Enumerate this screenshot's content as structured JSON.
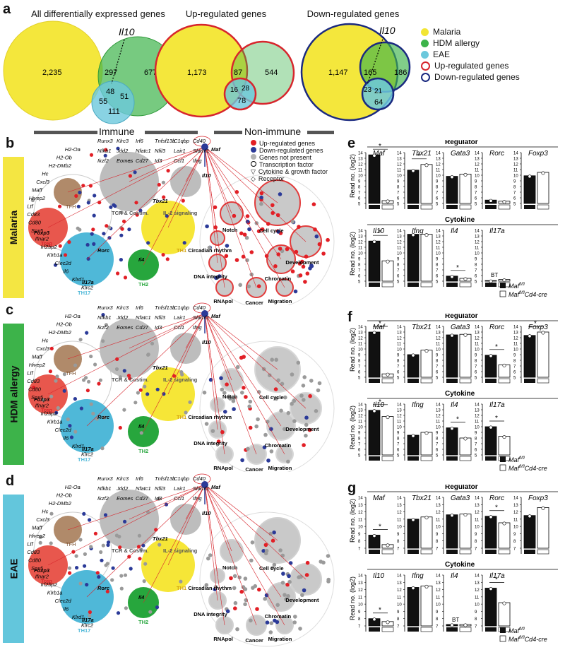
{
  "panel_a": {
    "label": "a",
    "venns": [
      {
        "title": "All differentially expressed genes",
        "il10_label": "Il10",
        "counts": {
          "malaria_only": "2,235",
          "mal_hdm": "297",
          "hdm_only": "677",
          "all_three": "48",
          "mal_eae": "55",
          "hdm_eae": "51",
          "eae_only": "111"
        }
      },
      {
        "title": "Up-regulated genes",
        "counts": {
          "malaria_only": "1,173",
          "mal_hdm": "87",
          "hdm_only": "544",
          "all_three": "28",
          "mal_eae": "16",
          "hdm_eae": "",
          "eae_only": "78"
        }
      },
      {
        "title": "Down-regulated genes",
        "il10_label": "Il10",
        "counts": {
          "malaria_only": "1,147",
          "mal_hdm": "165",
          "hdm_only": "186",
          "all_three": "21",
          "mal_eae": "23",
          "hdm_eae": "",
          "eae_only": "64"
        }
      }
    ],
    "legend": [
      {
        "label": "Malaria",
        "color": "#f2e534",
        "kind": "dot"
      },
      {
        "label": "HDM allergy",
        "color": "#3db34a",
        "kind": "dot"
      },
      {
        "label": "EAE",
        "color": "#6cc8dc",
        "kind": "dot"
      },
      {
        "label": "Up-regulated genes",
        "color": "#d7262d",
        "kind": "ring"
      },
      {
        "label": "Down-regulated genes",
        "color": "#1b2a80",
        "kind": "ring"
      }
    ]
  },
  "network": {
    "immune_header": "Immune",
    "nonimmune_header": "Non-immune",
    "hub": "Maf",
    "target": "Il10",
    "legend": [
      {
        "label": "Up-regulated genes",
        "color": "#e21f26"
      },
      {
        "label": "Down-regulated genes",
        "color": "#2b3a98"
      },
      {
        "label": "Genes not present",
        "color": "#b3b3b3"
      },
      {
        "label": "Transcription factor",
        "shape": "circle"
      },
      {
        "label": "Cytokine & growth factor",
        "shape": "triangle"
      },
      {
        "label": "Receptor",
        "shape": "diamond"
      }
    ],
    "clusters": {
      "tcr": "TCR & Costim.",
      "il2": "IL-2 signaling",
      "tbx21": "Tbx21",
      "th1": "TH1",
      "rorc": "Rorc",
      "il17a": "Il17a",
      "th17": "TH17",
      "foxp3": "Foxp3",
      "treg": "Treg",
      "il4": "Il4",
      "th2": "TH2",
      "tfh": "TFH"
    },
    "modules": [
      "Notch",
      "Cell cycle",
      "Circadian rhythm",
      "Development",
      "DNA integrity",
      "Chromatin",
      "RNApol",
      "Cancer",
      "Migration"
    ],
    "genes_left": [
      "H2-Oa",
      "H2-Ob",
      "H2-DMb2",
      "Hc",
      "Cxcl3",
      "Maff",
      "Hivep2",
      "Ltf",
      "Cd83",
      "Cd80",
      "Sox5",
      "Ifnar2",
      "Irf2bp2",
      "Klrb1a",
      "Clec2d",
      "Il6",
      "Klrd1",
      "Klrc2"
    ],
    "genes_top": [
      "Runx3",
      "Klrc3",
      "Irf6",
      "Tnfsf13b",
      "C1qbp",
      "Cd40",
      "Nfkb1",
      "Jdd2",
      "Nfatc1",
      "Nfil3",
      "Lair1",
      "Slamf1",
      "Ikzf2",
      "Eomes",
      "Cd27",
      "Id3",
      "Ccl1",
      "Ifng"
    ]
  },
  "sidebars": [
    {
      "label": "Malaria",
      "color": "#f4e642"
    },
    {
      "label": "HDM allergy",
      "color": "#3db34a"
    },
    {
      "label": "EAE",
      "color": "#63c6dc"
    }
  ],
  "panel_labels": {
    "b": "b",
    "c": "c",
    "d": "d",
    "e": "e",
    "f": "f",
    "g": "g"
  },
  "bar_panels": {
    "regulator_header": "Regulator",
    "cytokine_header": "Cytokine",
    "ylabel": "Read no. (log",
    "ylabel_sub": "2",
    "legend_wt": "Maf",
    "legend_wt_sup": "fl/fl",
    "legend_ko": "Maf",
    "legend_ko_sup": "fl/fl",
    "legend_ko_suffix": "Cd4-cre",
    "bt_label": "BT",
    "sig": "*"
  },
  "chart_data": [
    {
      "panel": "e",
      "type": "bar",
      "group": "Regulator",
      "genes": [
        "Maf",
        "Tbx21",
        "Gata3",
        "Rorc",
        "Foxp3"
      ],
      "series": [
        {
          "name": "Maf fl/fl",
          "values": [
            13.6,
            10.9,
            9.8,
            5.6,
            9.9
          ]
        },
        {
          "name": "Maf fl/fl Cd4-cre",
          "values": [
            5.5,
            11.9,
            10.2,
            5.4,
            10.5
          ]
        }
      ],
      "sig": [
        true,
        true,
        false,
        false,
        false
      ],
      "ylim": [
        5,
        14
      ]
    },
    {
      "panel": "e",
      "type": "bar",
      "group": "Cytokine",
      "genes": [
        "Il10",
        "Ifng",
        "Il4",
        "Il17a"
      ],
      "series": [
        {
          "name": "Maf fl/fl",
          "values": [
            12.1,
            13.3,
            5.9,
            5.1
          ]
        },
        {
          "name": "Maf fl/fl Cd4-cre",
          "values": [
            8.6,
            13.3,
            5.5,
            5.3
          ]
        }
      ],
      "sig": [
        true,
        false,
        true,
        false
      ],
      "bt": [
        false,
        false,
        false,
        true
      ],
      "ylim": [
        5,
        14
      ]
    },
    {
      "panel": "f",
      "type": "bar",
      "group": "Regulator",
      "genes": [
        "Maf",
        "Tbx21",
        "Gata3",
        "Rorc",
        "Foxp3"
      ],
      "series": [
        {
          "name": "Maf fl/fl",
          "values": [
            13.0,
            9.0,
            12.5,
            8.9,
            12.4
          ]
        },
        {
          "name": "Maf fl/fl Cd4-cre",
          "values": [
            5.6,
            9.8,
            12.6,
            7.2,
            13.0
          ]
        }
      ],
      "sig": [
        true,
        false,
        false,
        true,
        true
      ],
      "ylim": [
        5,
        14
      ]
    },
    {
      "panel": "f",
      "type": "bar",
      "group": "Cytokine",
      "genes": [
        "Il10",
        "Ifng",
        "Il4",
        "Il17a"
      ],
      "series": [
        {
          "name": "Maf fl/fl",
          "values": [
            12.9,
            8.5,
            9.8,
            10.0
          ]
        },
        {
          "name": "Maf fl/fl Cd4-cre",
          "values": [
            11.8,
            9.0,
            8.0,
            8.3
          ]
        }
      ],
      "sig": [
        true,
        false,
        true,
        true
      ],
      "ylim": [
        5,
        14
      ]
    },
    {
      "panel": "g",
      "type": "bar",
      "group": "Regulator",
      "genes": [
        "Maf",
        "Tbx21",
        "Gata3",
        "Rorc",
        "Foxp3"
      ],
      "series": [
        {
          "name": "Maf fl/fl",
          "values": [
            8.8,
            11.0,
            11.6,
            11.4,
            11.5
          ]
        },
        {
          "name": "Maf fl/fl Cd4-cre",
          "values": [
            7.5,
            11.3,
            11.7,
            10.5,
            12.6
          ]
        }
      ],
      "sig": [
        true,
        false,
        false,
        true,
        false
      ],
      "ylim": [
        7,
        14
      ]
    },
    {
      "panel": "g",
      "type": "bar",
      "group": "Cytokine",
      "genes": [
        "Il10",
        "Ifng",
        "Il4",
        "Il17a"
      ],
      "series": [
        {
          "name": "Maf fl/fl",
          "values": [
            8.0,
            12.3,
            7.2,
            12.2
          ]
        },
        {
          "name": "Maf fl/fl Cd4-cre",
          "values": [
            7.6,
            12.5,
            7.2,
            10.2
          ]
        }
      ],
      "sig": [
        true,
        false,
        false,
        true
      ],
      "bt": [
        false,
        false,
        true,
        false
      ],
      "ylim": [
        7,
        14
      ]
    }
  ]
}
